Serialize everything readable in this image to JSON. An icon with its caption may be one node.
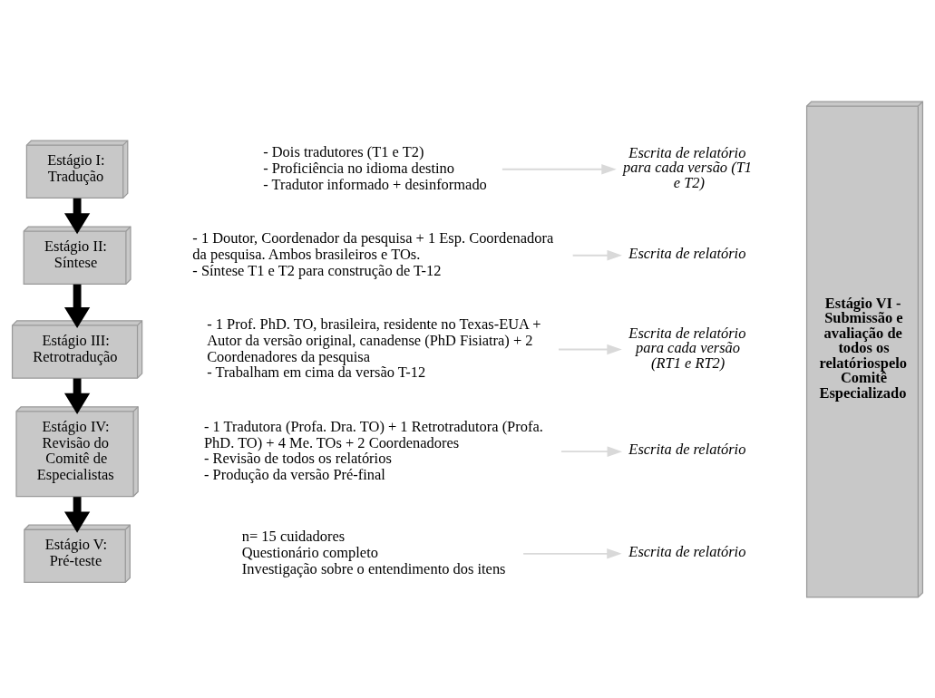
{
  "diagram": {
    "nodes": [
      {
        "text": [
          "Estágio I: Tradução"
        ]
      },
      {
        "text": [
          "- Dois tradutores (T1 e T2)",
          "- Proficiência no idioma destino",
          "- Tradutor informado + desinformado"
        ]
      },
      {
        "text": [
          "Escrita de relatório para cada versão (T1 e T2)"
        ]
      },
      {
        "text": [
          "Estágio II: Síntese"
        ]
      },
      {
        "text": [
          "- 1 Doutor, Coordenador da pesquisa + 1 Esp. Coordenadora da pesquisa. Ambos brasileiros e TOs.",
          "- Síntese T1 e T2 para construção de T-12"
        ]
      },
      {
        "text": [
          "Escrita de relatório"
        ]
      },
      {
        "text": [
          "Estágio III: Retrotradução"
        ]
      },
      {
        "text": [
          "- 1 Prof. PhD. TO, brasileira, residente no Texas-EUA + Autor da versão original, canadense (PhD Fisiatra) + 2 Coordenadores da pesquisa",
          "- Trabalham em cima da versão T-12"
        ]
      },
      {
        "text": [
          "Escrita de relatório para cada versão (RT1 e RT2)"
        ]
      },
      {
        "text": [
          "Estágio IV: Revisão do Comitê de Especialistas"
        ]
      },
      {
        "text": [
          "- 1 Tradutora (Profa. Dra. TO) + 1 Retrotradutora (Profa. PhD. TO) + 4 Me. TOs + 2 Coordenadores",
          "- Revisão de todos os relatórios",
          "- Produção da versão Pré-final"
        ]
      },
      {
        "text": [
          "Escrita de relatório"
        ]
      },
      {
        "text": [
          "Estágio V: Pré-teste"
        ]
      },
      {
        "text": [
          "n= 15 cuidadores",
          "Questionário completo",
          "Investigação sobre o entendimento dos itens"
        ]
      },
      {
        "text": [
          "Escrita de relatório"
        ]
      },
      {
        "text": [
          "Estágio VI - Submissão e avaliação de todos os relatóriospelo Comitê Especializado"
        ]
      }
    ],
    "edges": [
      {
        "from": 0,
        "to": 3,
        "arrow": "to",
        "style": "thick",
        "color": "#000000"
      },
      {
        "from": 3,
        "to": 6,
        "arrow": "to",
        "style": "thick",
        "color": "#000000"
      },
      {
        "from": 6,
        "to": 9,
        "arrow": "to",
        "style": "thick",
        "color": "#000000"
      },
      {
        "from": 9,
        "to": 12,
        "arrow": "to",
        "style": "thick",
        "color": "#000000"
      },
      {
        "from": 1,
        "to": 2,
        "arrow": "to"
      },
      {
        "from": 4,
        "to": 5,
        "arrow": "to"
      },
      {
        "from": 7,
        "to": 8,
        "arrow": "to"
      },
      {
        "from": 10,
        "to": 11,
        "arrow": "to"
      },
      {
        "from": 13,
        "to": 14,
        "arrow": "to"
      }
    ]
  }
}
